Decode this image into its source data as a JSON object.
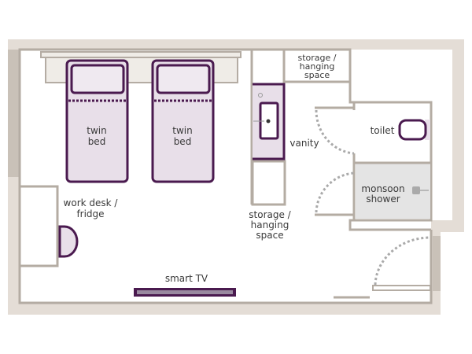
{
  "colors": {
    "accent": "#4a1a4f",
    "furniture_fill": "#e8dfe9",
    "wall": "#b4aca3",
    "outer_wall": "#e4ddd6",
    "shower_fill": "#e4e4e4"
  },
  "labels": {
    "bed1": [
      "twin",
      "bed"
    ],
    "bed2": [
      "twin",
      "bed"
    ],
    "desk": [
      "work desk /",
      "fridge"
    ],
    "tv": "smart TV",
    "storage_top": [
      "storage /",
      "hanging",
      "space"
    ],
    "storage_bottom": [
      "storage /",
      "hanging",
      "space"
    ],
    "vanity": "vanity",
    "toilet": "toilet",
    "shower": [
      "monsoon",
      "shower"
    ]
  }
}
